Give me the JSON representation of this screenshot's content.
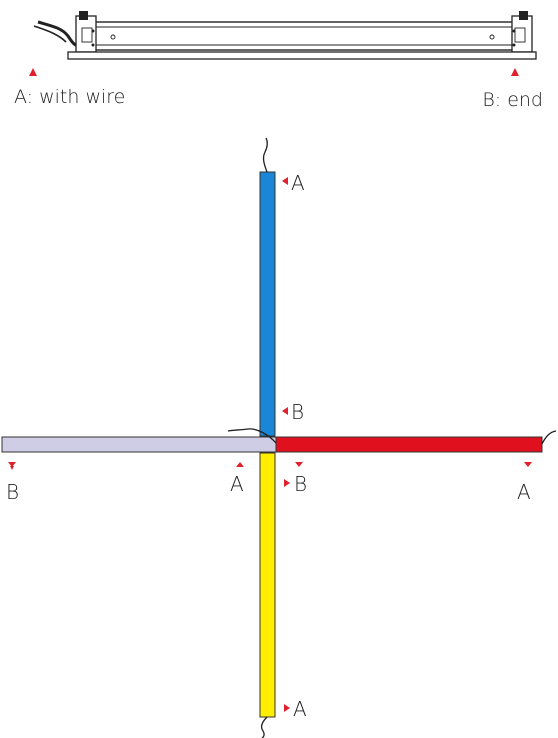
{
  "legend": {
    "end_a": "A: with wire",
    "end_b": "B: end"
  },
  "colors": {
    "marker": "#e0202c",
    "bar_top": "#1a87d6",
    "bar_right": "#e0101e",
    "bar_bottom": "#ffee00",
    "bar_left": "#cfcde6",
    "outline": "#333333"
  },
  "bars": {
    "top": {
      "end1_label": "A",
      "end2_label": "B"
    },
    "left": {
      "end1_label": "B",
      "end2_label": "A"
    },
    "right": {
      "end1_label": "B",
      "end2_label": "A"
    },
    "bottom": {
      "end2_label": "A"
    }
  }
}
